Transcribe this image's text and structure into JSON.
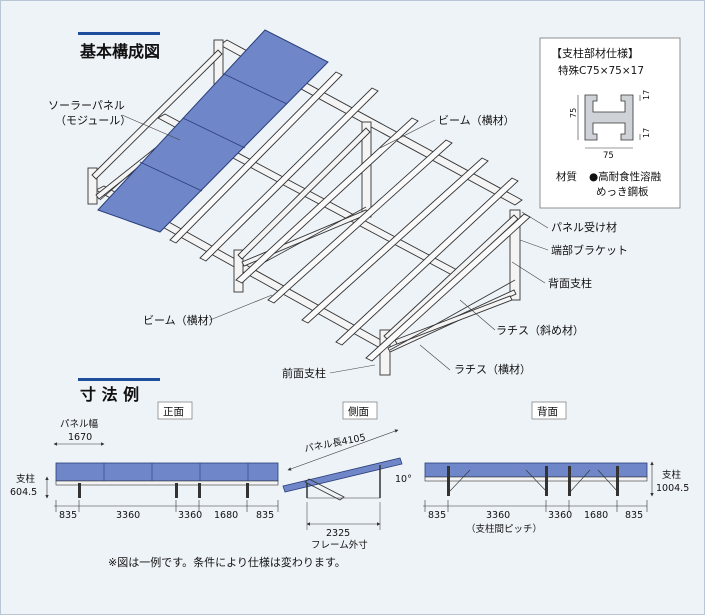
{
  "section_titles": {
    "basic": "基本構成図",
    "dimensions": "寸 法 例"
  },
  "spec_box": {
    "title": "【支柱部材仕様】",
    "profile": "特殊C75×75×17",
    "dim_height": "75",
    "dim_width": "75",
    "dim_lip_top": "17",
    "dim_lip_bottom": "17",
    "material_label": "材質",
    "material_value_1": "●高耐食性溶融",
    "material_value_2": "めっき鋼板"
  },
  "labels": {
    "solar_panel_1": "ソーラーパネル",
    "solar_panel_2": "（モジュール）",
    "beam_top": "ビーム（横材）",
    "panel_bracket": "パネル受け材",
    "end_bracket": "端部ブラケット",
    "rear_post": "背面支柱",
    "beam_bottom": "ビーム（横材）",
    "brace_diag": "ラチス（斜め材）",
    "front_post": "前面支柱",
    "brace_horiz": "ラチス（横材）"
  },
  "views": {
    "front": "正面",
    "side": "側面",
    "back": "背面"
  },
  "front_view": {
    "panel_width_label": "パネル幅",
    "panel_width_value": "1670",
    "post_label": "支柱",
    "post_value": "604.5",
    "dims": [
      "835",
      "3360",
      "3360",
      "1680",
      "835"
    ]
  },
  "side_view": {
    "panel_length": "パネル長4105",
    "angle": "10°",
    "frame_value": "2325",
    "frame_label": "フレーム外寸"
  },
  "back_view": {
    "post_label": "支柱",
    "post_value": "1004.5",
    "dims": [
      "835",
      "3360",
      "3360",
      "1680",
      "835"
    ],
    "pitch_note": "（支柱間ピッチ）"
  },
  "footnote": "※図は一例です。条件により仕様は変わります。",
  "colors": {
    "background": "#eef3f8",
    "accent": "#1f4e9c",
    "panel": "#6f86c9",
    "steel": "#f4f4f4",
    "line": "#222222"
  }
}
